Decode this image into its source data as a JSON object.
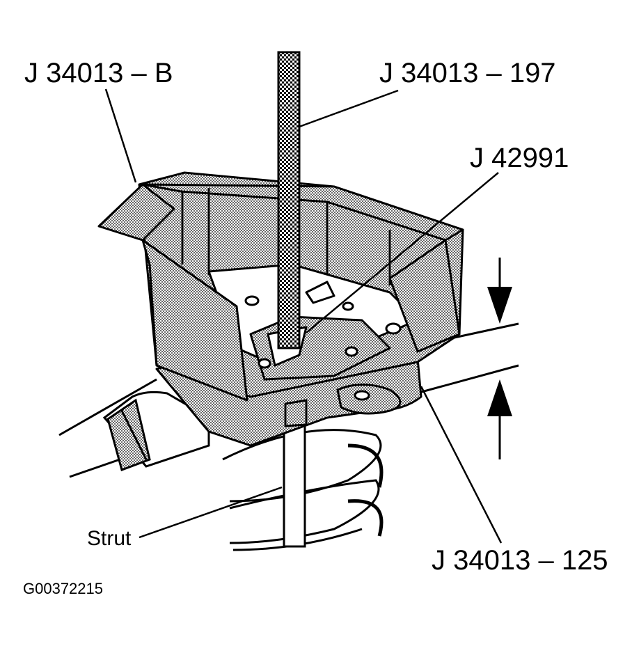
{
  "labels": {
    "tool_b": "J 34013 – B",
    "tool_197": "J 34013 – 197",
    "tool_42991": "J 42991",
    "strut": "Strut",
    "tool_125": "J 34013 – 125",
    "figure_code": "G00372215"
  }
}
